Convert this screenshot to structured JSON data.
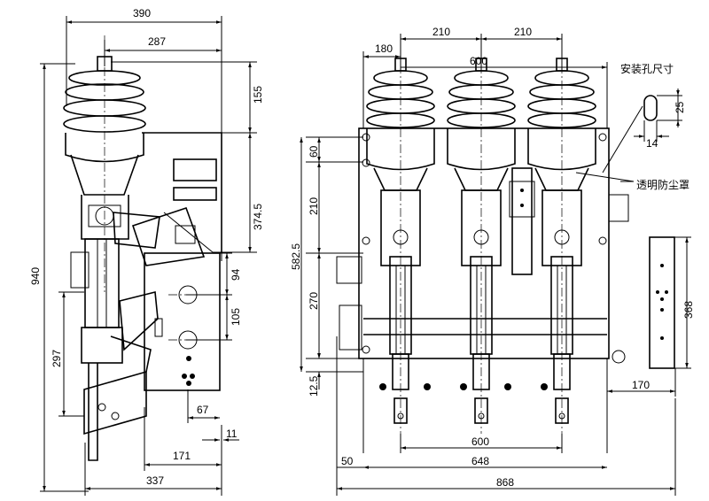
{
  "left_view": {
    "dims": {
      "overall_width": "390",
      "insulator_center": "287",
      "top_height": "155",
      "mid_height": "374.5",
      "overall_height": "940",
      "lower_height": "297",
      "hole_spacing_a": "94",
      "hole_spacing_b": "105",
      "right_offset": "67",
      "plate_offset": "11",
      "plate_width": "171",
      "bottom_width": "337"
    }
  },
  "right_view": {
    "dims": {
      "phase_spacing_1": "210",
      "phase_spacing_2": "210",
      "left_offset": "180",
      "top_span": "600",
      "v_60": "60",
      "v_210": "210",
      "v_582": "582.5",
      "v_270": "270",
      "v_12": "12.5",
      "side_height": "368",
      "side_width": "170",
      "bottom_600": "600",
      "bottom_648": "648",
      "bottom_868": "868",
      "left_50": "50",
      "slot_25": "25",
      "slot_14": "14"
    },
    "labels": {
      "mounting_hole": "安装孔尺寸",
      "dust_cover": "透明防尘罩"
    }
  }
}
